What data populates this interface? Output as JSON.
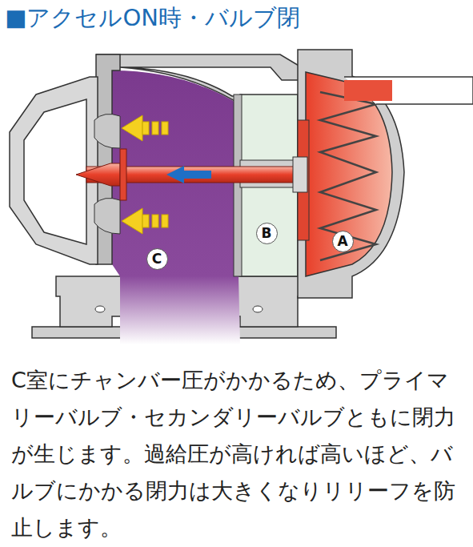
{
  "diagram": {
    "title": "■アクセルON時・バルブ閉",
    "caption": "C室にチャンバー圧がかかるため、プライマリーバルブ・セカンダリーバルブともに閉力が生じます。過給圧が高ければ高いほど、バルブにかかる閉力は大きくなりリリーフを防止します。",
    "nodes": [
      {
        "text": [
          "B"
        ]
      },
      {
        "text": [
          "A"
        ]
      },
      {
        "text": [
          "C"
        ]
      }
    ]
  }
}
